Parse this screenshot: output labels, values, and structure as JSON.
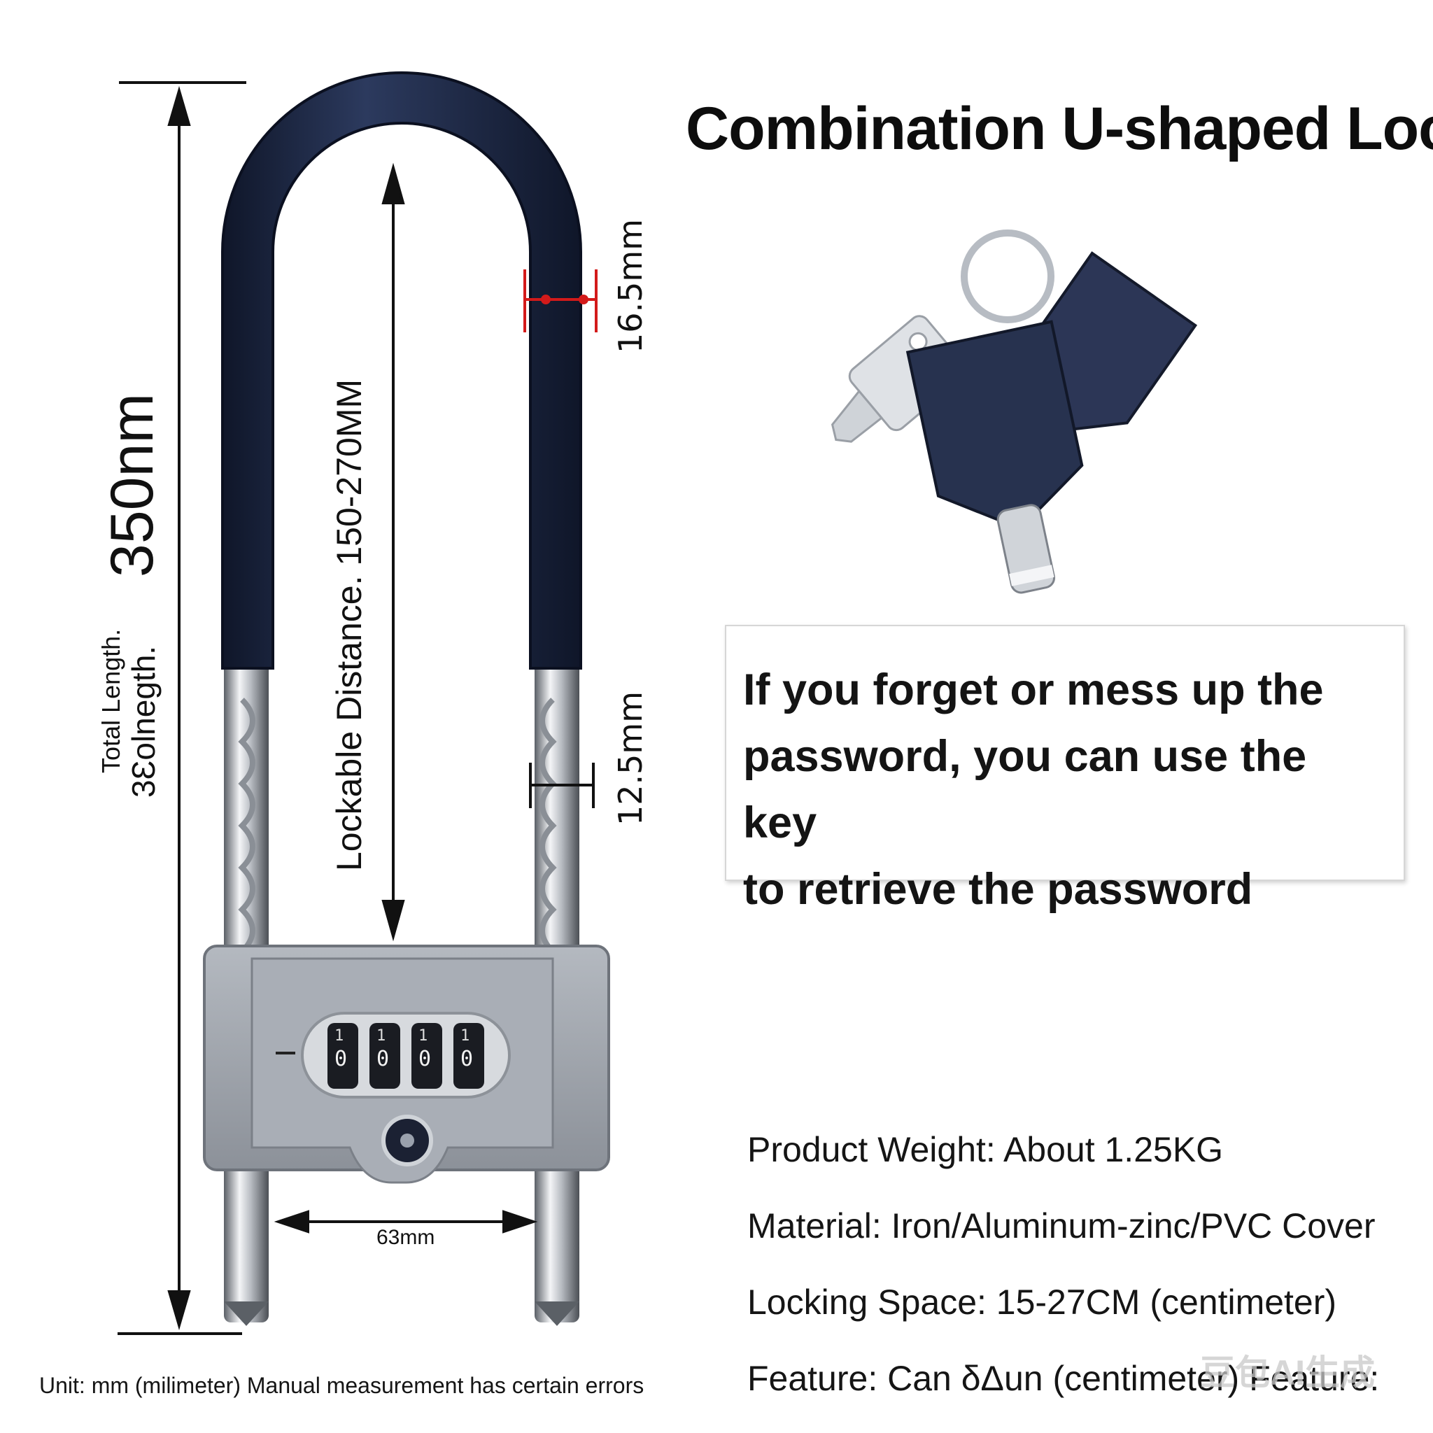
{
  "title": "Combination U-shaped Lock",
  "note": {
    "line1": "If you forget or mess up the",
    "line2": "password, you can use the key",
    "line3": "to retrieve the password"
  },
  "specs": {
    "weight": "Product Weight: About 1.25KG",
    "material": "Material: Iron/Aluminum-zinc/PVC Cover",
    "space": "Locking Space: 15-27CM (centimeter)",
    "feature": "Feature: Can δΔun (centimeter) Feature:"
  },
  "dimensions": {
    "total_length_label_1": "Total Length.",
    "total_length_label_2": "3Ɛolnegth.",
    "total_length_value": "350nm",
    "lockable_distance": "Lockable Distance. 150-270MM",
    "shackle_thickness": "16.5mm",
    "rod_diameter": "12.5mm",
    "width": "63mm"
  },
  "combination_digits": [
    "0",
    "0",
    "0",
    "0"
  ],
  "combination_digits_above": [
    "1",
    "1",
    "1",
    "1"
  ],
  "footnote": "Unit: mm (milimeter) Manual measurement has certain errors",
  "watermark": "豆包AI生成",
  "colors": {
    "shackle": "#1e2a47",
    "body": "#9aa0a8",
    "key_dark": "#27324f",
    "accent_red": "#d31a1a"
  }
}
